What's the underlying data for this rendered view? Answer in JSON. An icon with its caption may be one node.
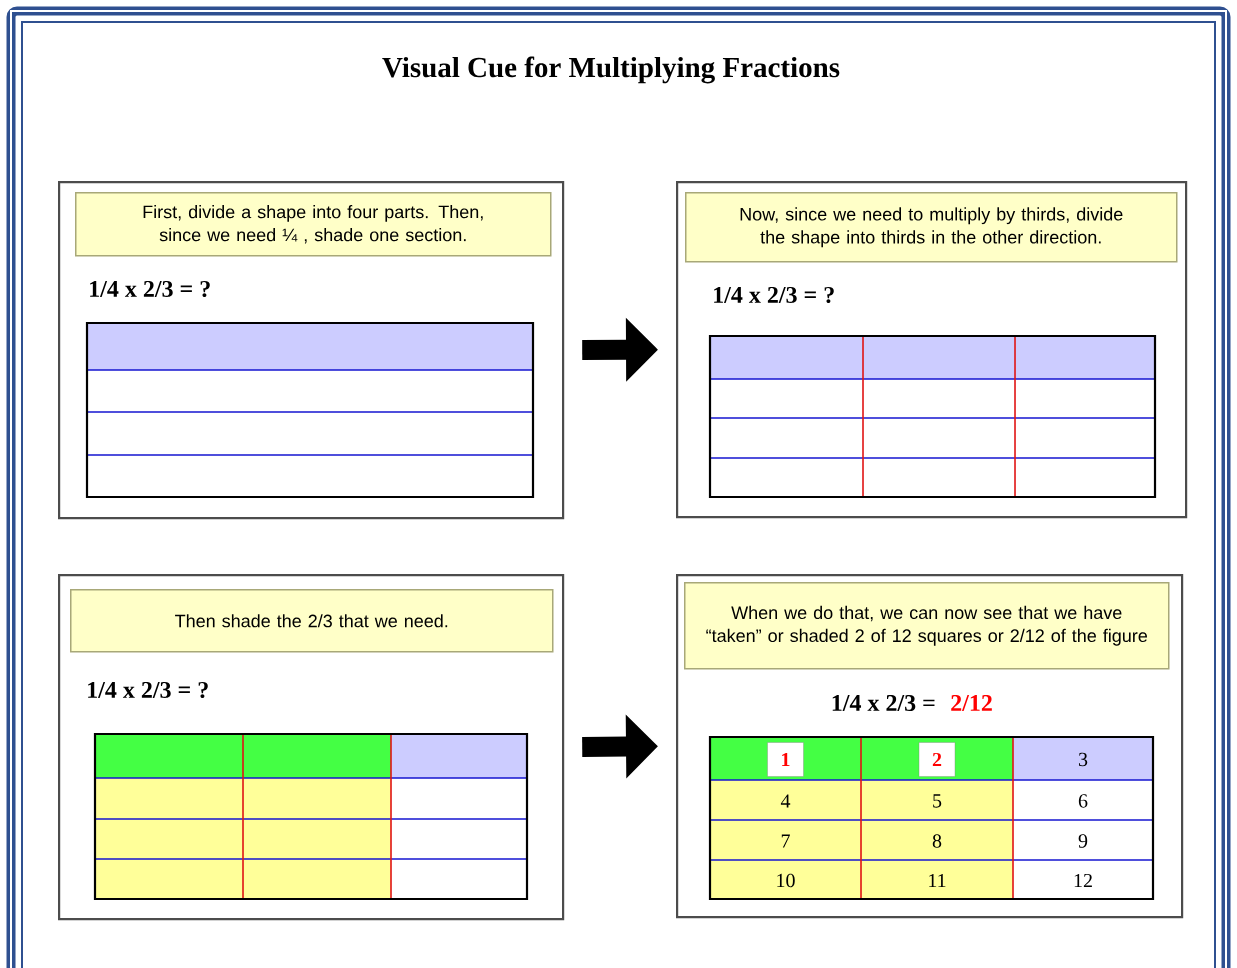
{
  "diagram": {
    "title": "Visual Cue for Multiplying Fractions",
    "nodes": [
      {
        "text": [
          "1/4 x 2/3 = ?"
        ]
      },
      {
        "text": [
          "First, divide a shape into four parts. Then, since we need ¼ , shade one section."
        ],
        "in": 0
      },
      {
        "text": [
          "1/4 x 2/3 = ?"
        ]
      },
      {
        "text": [
          "Now, since we need to multiply by thirds, divide the shape into thirds in the other direction."
        ],
        "in": 2
      },
      {
        "text": [
          "1/4 x 2/3 = ?"
        ]
      },
      {
        "text": [
          "Then shade the 2/3 that we need."
        ],
        "in": 4
      },
      {
        "text": [
          "1/4 x 2/3 =",
          "2/12"
        ]
      },
      {
        "text": [
          "When we do that, we can now see that we have “taken” or shaded 2 of 12 squares or 2/12 of the figure"
        ],
        "in": 6
      }
    ],
    "edges": [
      {
        "from": 0,
        "to": 2,
        "arrow": "to"
      },
      {
        "from": 4,
        "to": 6,
        "arrow": "to"
      }
    ],
    "labels": [
      "1",
      "2",
      "3",
      "4",
      "5",
      "6",
      "7",
      "8",
      "9",
      "10",
      "11",
      "12"
    ]
  }
}
